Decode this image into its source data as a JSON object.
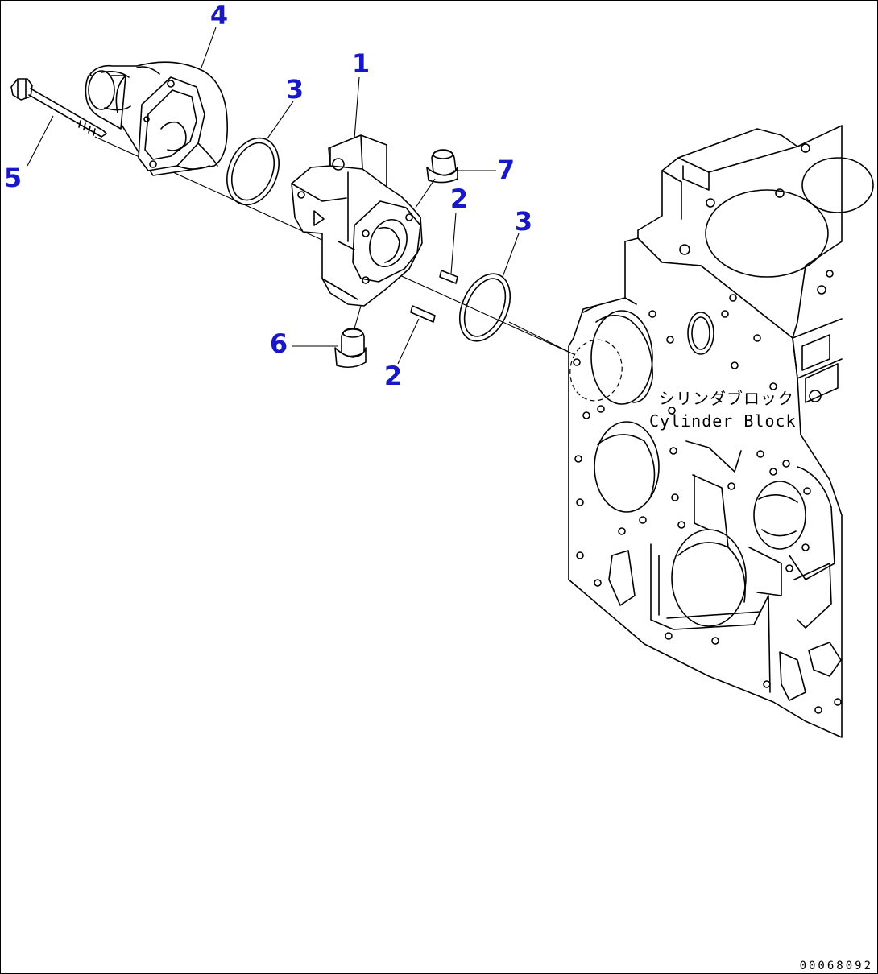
{
  "callouts": [
    {
      "id": "1",
      "text": "1"
    },
    {
      "id": "2a",
      "text": "2"
    },
    {
      "id": "2b",
      "text": "2"
    },
    {
      "id": "3a",
      "text": "3"
    },
    {
      "id": "3b",
      "text": "3"
    },
    {
      "id": "4",
      "text": "4"
    },
    {
      "id": "5",
      "text": "5"
    },
    {
      "id": "6",
      "text": "6"
    },
    {
      "id": "7",
      "text": "7"
    }
  ],
  "block_label": {
    "jp": "シリンダブロック",
    "en": "Cylinder Block"
  },
  "drawing_code": "00068092",
  "colors": {
    "callout": "#1818c8",
    "line": "#000000",
    "background": "#ffffff"
  }
}
